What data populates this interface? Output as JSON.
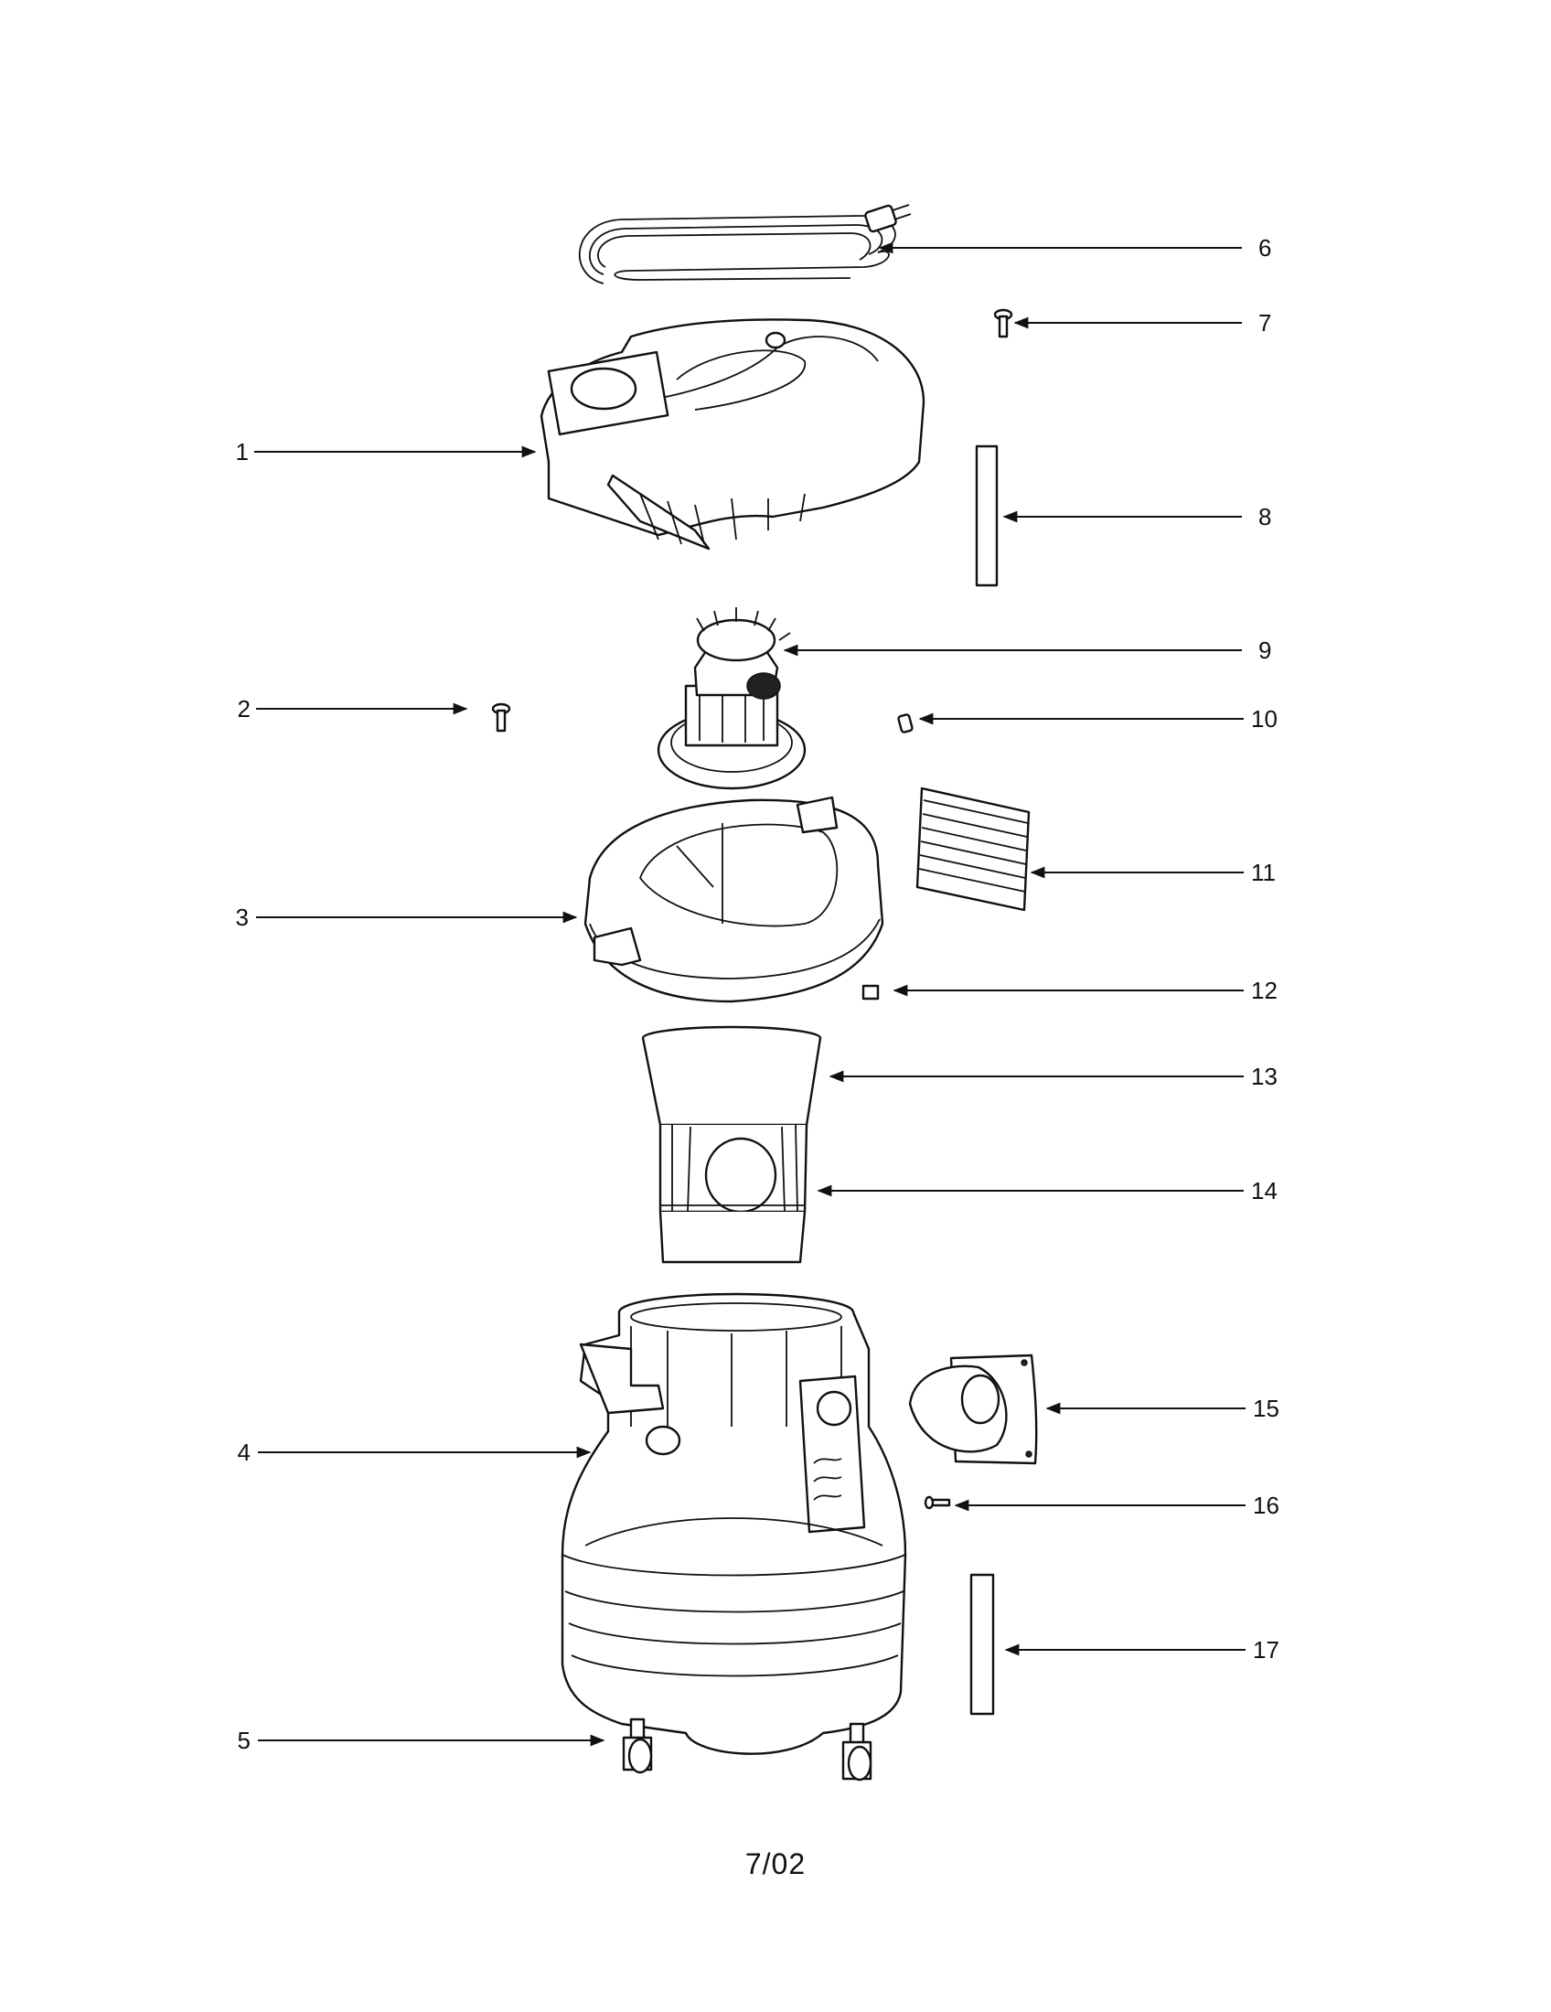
{
  "diagram": {
    "callouts": [
      {
        "id": "1",
        "label": "1"
      },
      {
        "id": "2",
        "label": "2"
      },
      {
        "id": "3",
        "label": "3"
      },
      {
        "id": "4",
        "label": "4"
      },
      {
        "id": "5",
        "label": "5"
      },
      {
        "id": "6",
        "label": "6"
      },
      {
        "id": "7",
        "label": "7"
      },
      {
        "id": "8",
        "label": "8"
      },
      {
        "id": "9",
        "label": "9"
      },
      {
        "id": "10",
        "label": "10"
      },
      {
        "id": "11",
        "label": "11"
      },
      {
        "id": "12",
        "label": "12"
      },
      {
        "id": "13",
        "label": "13"
      },
      {
        "id": "14",
        "label": "14"
      },
      {
        "id": "15",
        "label": "15"
      },
      {
        "id": "16",
        "label": "16"
      },
      {
        "id": "17",
        "label": "17"
      }
    ]
  },
  "footer": {
    "date_code": "7/02"
  }
}
